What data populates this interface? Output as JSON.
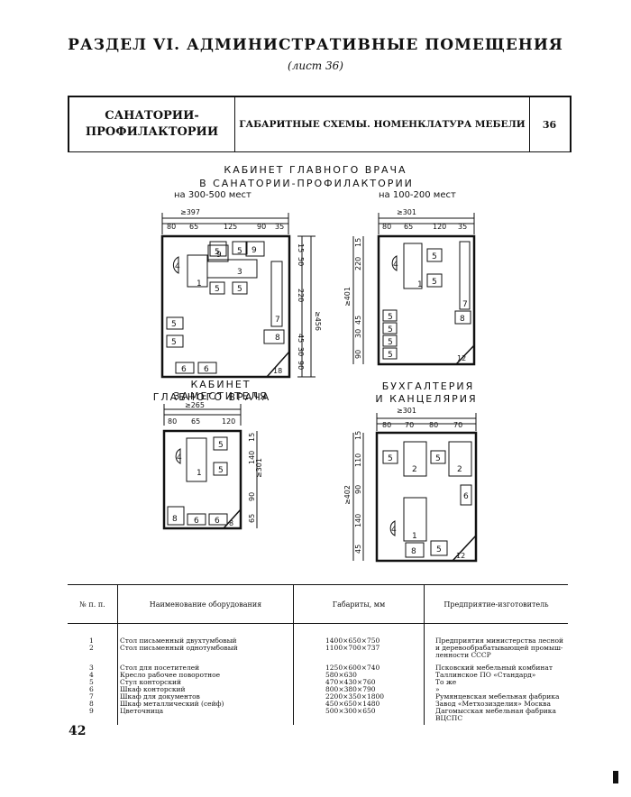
{
  "page": {
    "title": "РАЗДЕЛ VI. АДМИНИСТРАТИВНЫЕ ПОМЕЩЕНИЯ",
    "sheet": "(лист 36)",
    "page_number": "42"
  },
  "header": {
    "left_line1": "САНАТОРИИ-",
    "left_line2": "ПРОФИЛАКТОРИИ",
    "middle": "ГАБАРИТНЫЕ СХЕМЫ. НОМЕНКЛАТУРА МЕБЕЛИ",
    "sheet_no": "36"
  },
  "diagrams": {
    "main_caption_line1": "КАБИНЕТ ГЛАВНОГО ВРАЧА",
    "main_caption_line2": "В САНАТОРИИ-ПРОФИЛАКТОРИИ",
    "variant_large": "на 300-500 мест",
    "variant_small": "на 100-200 мест",
    "deputy_line1": "КАБИНЕТ ЗАМЕСТИТЕЛЯ",
    "deputy_line2": "ГЛАВНОГО ВРАЧА",
    "accounting_line1": "БУХГАЛТЕРИЯ",
    "accounting_line2": "И КАНЦЕЛЯРИЯ",
    "dims": {
      "a_total": "≥397",
      "a_80": "80",
      "a_65": "65",
      "a_125": "125",
      "a_90": "90",
      "a_35": "35",
      "a_v456": "≥456",
      "a_v220": "220",
      "a_v90": "90",
      "a_v45": "45",
      "a_v30": "30",
      "a_v50": "50",
      "a_v15": "15",
      "b_total": "≥301",
      "b_80": "80",
      "b_65": "65",
      "b_120": "120",
      "b_35": "35",
      "b_v401": "≥401",
      "b_v220": "220",
      "b_v90": "90",
      "b_v45": "45",
      "b_v30": "30",
      "b_v15": "15",
      "c_total": "≥265",
      "c_80": "80",
      "c_65": "65",
      "c_120": "120",
      "c_v301": "≥301",
      "c_v140": "140",
      "c_v90": "90",
      "c_v65": "65",
      "c_v15": "15",
      "d_total": "≥301",
      "d_80a": "80",
      "d_70a": "70",
      "d_80b": "80",
      "d_70b": "70",
      "d_v402": "≥402",
      "d_v110": "110",
      "d_v90": "90",
      "d_v140": "140",
      "d_v45": "45",
      "d_v15": "15"
    }
  },
  "table": {
    "headers": {
      "num": "№ п. п.",
      "name": "Наименование оборудования",
      "size": "Габариты, мм",
      "maker": "Предприятие-изготовитель"
    },
    "rows": [
      {
        "num": "1",
        "name": "Стол письменный двухтумбовый",
        "size": "1400×650×750"
      },
      {
        "num": "2",
        "name": "Стол письменный однотумбовый",
        "size": "1100×700×737"
      },
      {
        "num": "3",
        "name": "Стол для посетителей",
        "size": "1250×600×740"
      },
      {
        "num": "4",
        "name": "Кресло рабочее поворотное",
        "size": "580×630"
      },
      {
        "num": "5",
        "name": "Стул конторский",
        "size": "470×430×760"
      },
      {
        "num": "6",
        "name": "Шкаф конторский",
        "size": "800×380×790"
      },
      {
        "num": "7",
        "name": "Шкаф для документов",
        "size": "2200×350×1800"
      },
      {
        "num": "8",
        "name": "Шкаф металлический (сейф)",
        "size": "450×650×1480"
      },
      {
        "num": "9",
        "name": "Цветочница",
        "size": "500×300×650"
      }
    ],
    "makers": [
      "Предприятия министерства лесной",
      "и деревообрабатывающей промыш-",
      "ленности СССР",
      "Псковский мебельный комбинат",
      "Таллинское ПО «Стандард»",
      "То же",
      "»",
      "Румянцевская мебельная фабрика",
      "Завод «Метхозизделия» Москва",
      "Дагомысская мебельная фабрика",
      "ВЦСПС"
    ]
  }
}
